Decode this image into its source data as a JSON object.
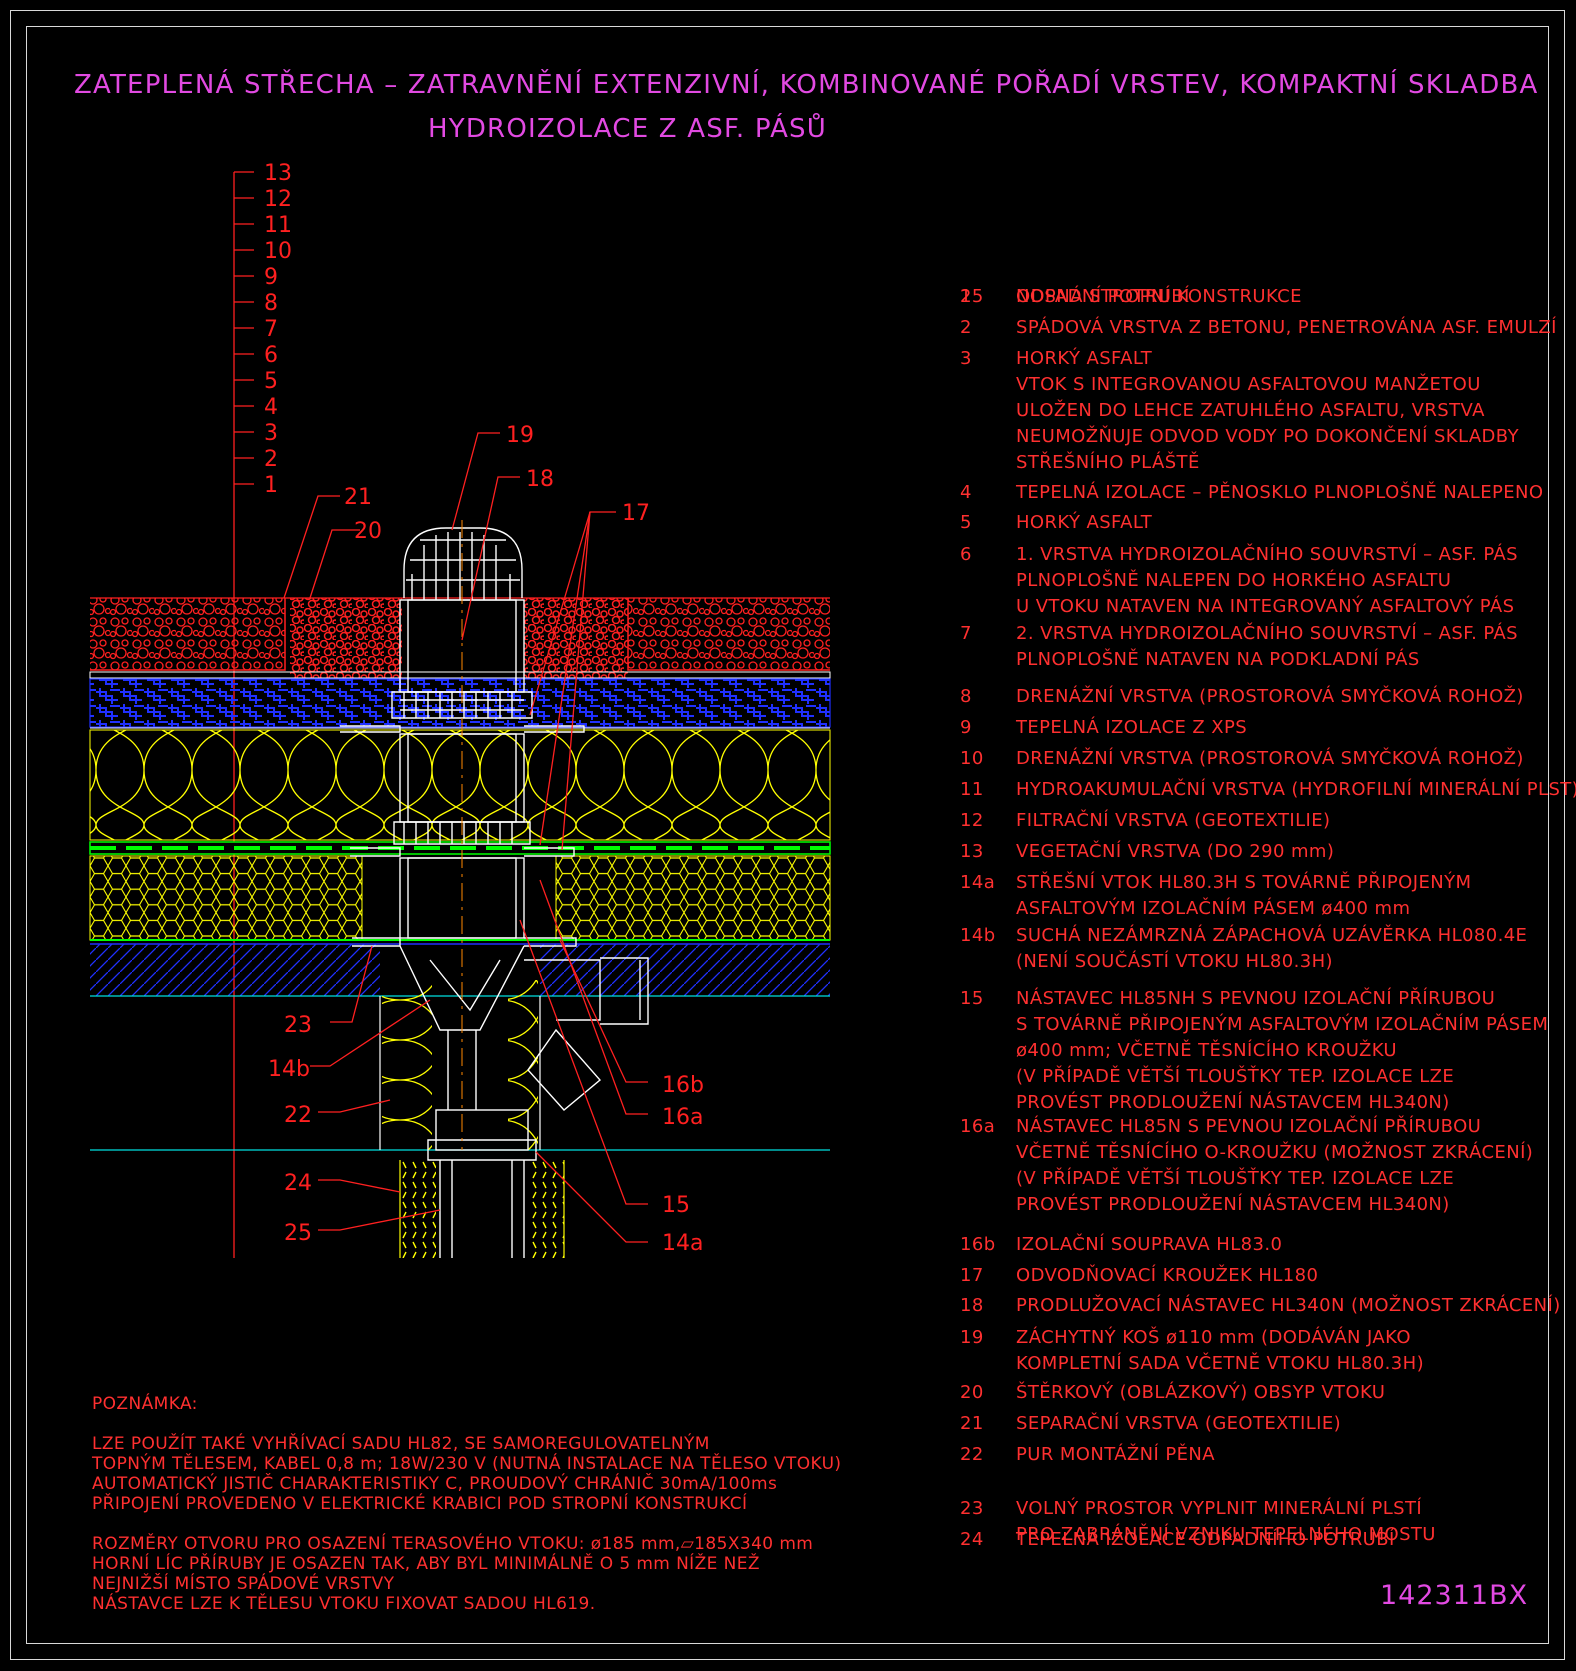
{
  "title": {
    "line1": "ZATEPLENÁ STŘECHA – ZATRAVNĚNÍ EXTENZIVNÍ, KOMBINOVANÉ POŘADÍ VRSTEV, KOMPAKTNÍ SKLADBA",
    "line2": "HYDROIZOLACE Z ASF. PÁSŮ"
  },
  "drawing_code": "142311BX",
  "layer_scale": [
    "13",
    "12",
    "11",
    "10",
    "9",
    "8",
    "7",
    "6",
    "5",
    "4",
    "3",
    "2",
    "1"
  ],
  "callouts": [
    "21",
    "20",
    "19",
    "18",
    "17",
    "23",
    "14b",
    "22",
    "24",
    "25",
    "16b",
    "16a",
    "15",
    "14a"
  ],
  "legend": [
    {
      "num": "1",
      "lines": [
        "NOSNÁ STROPNÍ KONSTRUKCE"
      ]
    },
    {
      "num": "2",
      "lines": [
        "SPÁDOVÁ VRSTVA Z BETONU, PENETROVÁNA ASF. EMULZÍ"
      ]
    },
    {
      "num": "3",
      "lines": [
        "HORKÝ ASFALT",
        "VTOK S INTEGROVANOU ASFALTOVOU MANŽETOU",
        "ULOŽEN DO LEHCE ZATUHLÉHO ASFALTU, VRSTVA",
        "NEUMOŽŇUJE ODVOD VODY PO DOKONČENÍ SKLADBY",
        "STŘEŠNÍHO PLÁŠTĚ"
      ]
    },
    {
      "num": "4",
      "lines": [
        "TEPELNÁ IZOLACE – PĚNOSKLO PLNOPLOŠNĚ NALEPENO"
      ]
    },
    {
      "num": "5",
      "lines": [
        "HORKÝ ASFALT"
      ]
    },
    {
      "num": "6",
      "lines": [
        "1. VRSTVA HYDROIZOLAČNÍHO SOUVRSTVÍ – ASF. PÁS",
        "PLNOPLOŠNĚ NALEPEN DO HORKÉHO ASFALTU",
        "U VTOKU NATAVEN NA INTEGROVANÝ ASFALTOVÝ PÁS"
      ]
    },
    {
      "num": "7",
      "lines": [
        "2. VRSTVA HYDROIZOLAČNÍHO SOUVRSTVÍ – ASF. PÁS",
        "PLNOPLOŠNĚ NATAVEN NA PODKLADNÍ PÁS"
      ]
    },
    {
      "num": "8",
      "lines": [
        "DRENÁŽNÍ VRSTVA (PROSTOROVÁ SMYČKOVÁ ROHOŽ)"
      ]
    },
    {
      "num": "9",
      "lines": [
        "TEPELNÁ IZOLACE Z XPS"
      ]
    },
    {
      "num": "10",
      "lines": [
        "DRENÁŽNÍ VRSTVA (PROSTOROVÁ SMYČKOVÁ ROHOŽ)"
      ]
    },
    {
      "num": "11",
      "lines": [
        "HYDROAKUMULAČNÍ VRSTVA (HYDROFILNÍ MINERÁLNÍ PLST)"
      ]
    },
    {
      "num": "12",
      "lines": [
        "FILTRAČNÍ VRSTVA (GEOTEXTILIE)"
      ]
    },
    {
      "num": "13",
      "lines": [
        "VEGETAČNÍ VRSTVA (DO 290 mm)"
      ]
    },
    {
      "num": "14a",
      "lines": [
        "STŘEŠNÍ VTOK HL80.3H S TOVÁRNĚ PŘIPOJENÝM",
        "ASFALTOVÝM IZOLAČNÍM PÁSEM ø400 mm"
      ]
    },
    {
      "num": "14b",
      "lines": [
        "SUCHÁ NEZÁMRZNÁ ZÁPACHOVÁ UZÁVĚRKA HL080.4E",
        "(NENÍ SOUČÁSTÍ VTOKU HL80.3H)"
      ]
    },
    {
      "num": "15",
      "lines": [
        "NÁSTAVEC HL85NH S PEVNOU IZOLAČNÍ PŘÍRUBOU",
        "S TOVÁRNĚ PŘIPOJENÝM ASFALTOVÝM IZOLAČNÍM PÁSEM",
        "ø400 mm; VČETNĚ TĚSNÍCÍHO KROUŽKU",
        "(V PŘÍPADĚ VĚTŠÍ TLOUŠŤKY TEP. IZOLACE LZE",
        "PROVÉST PRODLOUŽENÍ NÁSTAVCEM HL340N)"
      ]
    },
    {
      "num": "16a",
      "lines": [
        "NÁSTAVEC HL85N S PEVNOU IZOLAČNÍ PŘÍRUBOU",
        "VČETNĚ TĚSNÍCÍHO O-KROUŽKU (MOŽNOST ZKRÁCENÍ)",
        "(V PŘÍPADĚ VĚTŠÍ TLOUŠŤKY TEP. IZOLACE LZE",
        "PROVÉST PRODLOUŽENÍ NÁSTAVCEM HL340N)"
      ]
    },
    {
      "num": "16b",
      "lines": [
        "IZOLAČNÍ SOUPRAVA HL83.0"
      ]
    },
    {
      "num": "17",
      "lines": [
        "ODVODŇOVACÍ KROUŽEK HL180"
      ]
    },
    {
      "num": "18",
      "lines": [
        "PRODLUŽOVACÍ NÁSTAVEC HL340N (MOŽNOST ZKRÁCENÍ)"
      ]
    },
    {
      "num": "19",
      "lines": [
        "ZÁCHYTNÝ KOŠ ø110 mm (DODÁVÁN JAKO",
        "KOMPLETNÍ SADA VČETNĚ VTOKU HL80.3H)"
      ]
    },
    {
      "num": "20",
      "lines": [
        "ŠTĚRKOVÝ (OBLÁZKOVÝ) OBSYP VTOKU"
      ]
    },
    {
      "num": "21",
      "lines": [
        "SEPARAČNÍ VRSTVA (GEOTEXTILIE)"
      ]
    },
    {
      "num": "22",
      "lines": [
        "PUR MONTÁŽNÍ PĚNA"
      ]
    },
    {
      "num": "23",
      "lines": [
        "VOLNÝ PROSTOR VYPLNIT MINERÁLNÍ PLSTÍ",
        "PRO ZABRÁNĚNÍ VZNIKU TEPELNÉHO MOSTU"
      ]
    },
    {
      "num": "24",
      "lines": [
        "TEPELNÁ IZOLACE ODPADNÍHO POTRUBÍ"
      ]
    },
    {
      "num": "25",
      "lines": [
        "ODPADNÍ POTRUBÍ"
      ]
    }
  ],
  "note": {
    "heading": "POZNÁMKA:",
    "lines": [
      "",
      "LZE POUŽÍT TAKÉ VYHŘÍVACÍ SADU HL82, SE SAMOREGULOVATELNÝM",
      "TOPNÝM TĚLESEM, KABEL 0,8 m; 18W/230 V (NUTNÁ INSTALACE NA TĚLESO VTOKU)",
      "AUTOMATICKÝ JISTIČ CHARAKTERISTIKY C, PROUDOVÝ CHRÁNIČ 30mA/100ms",
      "PŘIPOJENÍ PROVEDENO V ELEKTRICKÉ KRABICI POD STROPNÍ KONSTRUKCÍ",
      "",
      "ROZMĚRY OTVORU PRO OSAZENÍ TERASOVÉHO VTOKU: ø185 mm,▱185X340 mm",
      "HORNÍ LÍC PŘÍRUBY JE OSAZEN TAK, ABY BYL MINIMÁLNĚ O 5 mm NÍŽE NEŽ",
      "NEJNIŽŠÍ MÍSTO SPÁDOVÉ VRSTVY",
      "NÁSTAVCE LZE K TĚLESU VTOKU FIXOVAT SADOU HL619."
    ]
  },
  "colors": {
    "title": "#e24ae2",
    "legend": "#ff3030",
    "leader": "#ff2020",
    "soil": "#ff2020",
    "drainage": "#2030ff",
    "mineral_wool": "#ffff00",
    "membrane": "#00ff00",
    "foamglass": "#ffff00",
    "concrete": "#2030ff",
    "frame": "#d8d8d8",
    "drain": "#ffffff"
  }
}
